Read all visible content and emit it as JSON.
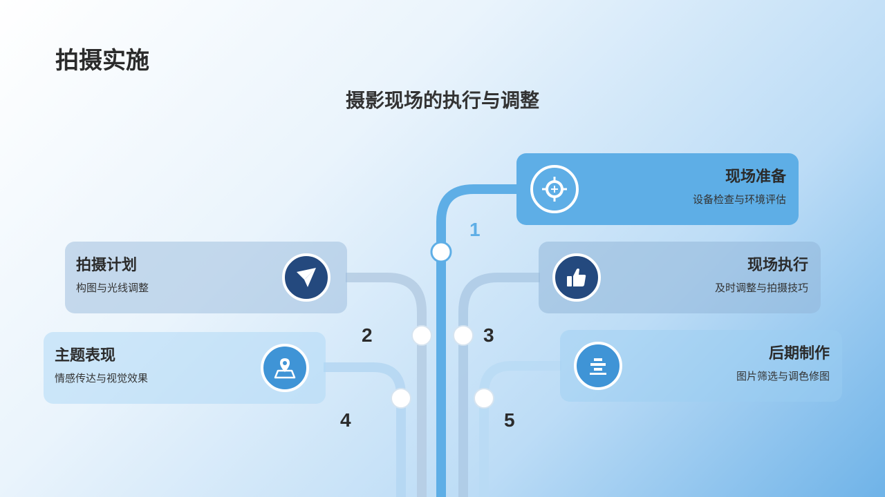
{
  "page": {
    "title": "拍摄实施",
    "subtitle": "摄影现场的执行与调整"
  },
  "colors": {
    "accent_blue": "#5eaee6",
    "dark_navy": "#24497e",
    "icon_blue": "#3f94d6",
    "line_light": "#c6d7e8"
  },
  "steps": [
    {
      "number": "1",
      "title": "现场准备",
      "desc": "设备检查与环境评估",
      "icon": "target-crosshair-icon"
    },
    {
      "number": "2",
      "title": "拍摄计划",
      "desc": "构图与光线调整",
      "icon": "paper-plane-icon"
    },
    {
      "number": "3",
      "title": "现场执行",
      "desc": "及时调整与拍摄技巧",
      "icon": "thumbs-up-icon"
    },
    {
      "number": "4",
      "title": "主题表现",
      "desc": "情感传达与视觉效果",
      "icon": "map-location-pin-icon"
    },
    {
      "number": "5",
      "title": "后期制作",
      "desc": "图片筛选与调色修图",
      "icon": "stacked-bars-icon"
    }
  ]
}
